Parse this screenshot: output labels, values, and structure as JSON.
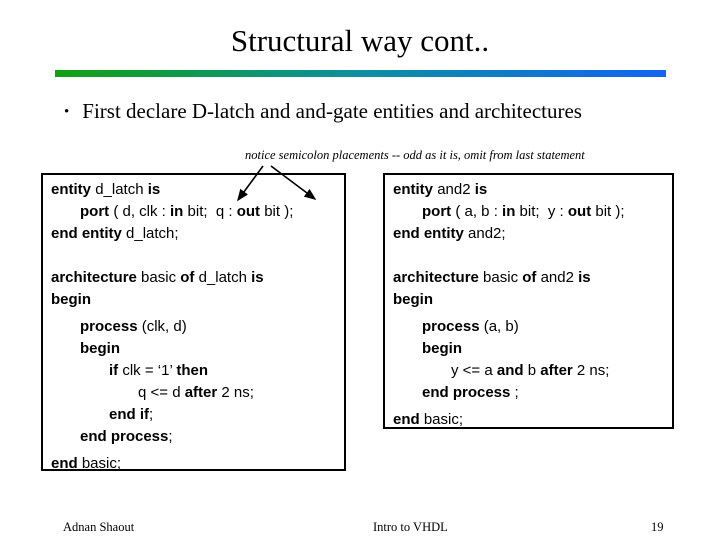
{
  "slide": {
    "title": "Structural way cont..",
    "bullet_marker": "•",
    "bullet": "First declare D-latch and and-gate entities and architectures",
    "annotation": "notice semicolon placements -- odd as it is, omit from last statement",
    "accent_bar": {
      "left_color": "#12a012",
      "mid_color": "#0e8fa0",
      "right_color": "#1264f2"
    },
    "arrow_color": "#000000"
  },
  "code_boxes": [
    {
      "name": "d_latch entity and architecture",
      "lines": [
        {
          "indent": 0,
          "segments": [
            {
              "t": "entity ",
              "b": true
            },
            {
              "t": "d_latch ",
              "b": false
            },
            {
              "t": "is",
              "b": true
            }
          ]
        },
        {
          "indent": 1,
          "segments": [
            {
              "t": "port",
              "b": true
            },
            {
              "t": " ( d, clk : ",
              "b": false
            },
            {
              "t": "in",
              "b": true
            },
            {
              "t": " bit;  q : ",
              "b": false
            },
            {
              "t": "out",
              "b": true
            },
            {
              "t": " bit );",
              "b": false
            }
          ]
        },
        {
          "indent": 0,
          "segments": [
            {
              "t": "end entity ",
              "b": true
            },
            {
              "t": "d_latch;",
              "b": false
            }
          ]
        },
        {
          "blank": true
        },
        {
          "indent": 0,
          "segments": [
            {
              "t": "architecture ",
              "b": true
            },
            {
              "t": "basic ",
              "b": false
            },
            {
              "t": "of ",
              "b": true
            },
            {
              "t": "d_latch ",
              "b": false
            },
            {
              "t": "is",
              "b": true
            }
          ]
        },
        {
          "indent": 0,
          "segments": [
            {
              "t": "begin",
              "b": true
            }
          ]
        },
        {
          "indent": 1,
          "gap_before": true,
          "segments": [
            {
              "t": "process",
              "b": true
            },
            {
              "t": " (clk, d)",
              "b": false
            }
          ]
        },
        {
          "indent": 1,
          "segments": [
            {
              "t": "begin",
              "b": true
            }
          ]
        },
        {
          "indent": 2,
          "segments": [
            {
              "t": "if ",
              "b": true
            },
            {
              "t": "clk = ‘1’ ",
              "b": false
            },
            {
              "t": "then",
              "b": true
            }
          ]
        },
        {
          "indent": 3,
          "segments": [
            {
              "t": "q <= d ",
              "b": false
            },
            {
              "t": "after",
              "b": true
            },
            {
              "t": " 2 ns;",
              "b": false
            }
          ]
        },
        {
          "indent": 2,
          "segments": [
            {
              "t": "end if",
              "b": true
            },
            {
              "t": ";",
              "b": false
            }
          ]
        },
        {
          "indent": 1,
          "segments": [
            {
              "t": "end process",
              "b": true
            },
            {
              "t": ";",
              "b": false
            }
          ]
        },
        {
          "indent": 0,
          "gap_before": true,
          "segments": [
            {
              "t": "end ",
              "b": true
            },
            {
              "t": "basic;",
              "b": false
            }
          ]
        }
      ]
    },
    {
      "name": "and2 entity and architecture",
      "lines": [
        {
          "indent": 0,
          "segments": [
            {
              "t": "entity ",
              "b": true
            },
            {
              "t": "and2 ",
              "b": false
            },
            {
              "t": "is",
              "b": true
            }
          ]
        },
        {
          "indent": 1,
          "segments": [
            {
              "t": "port",
              "b": true
            },
            {
              "t": " ( a, b : ",
              "b": false
            },
            {
              "t": "in",
              "b": true
            },
            {
              "t": " bit;  y : ",
              "b": false
            },
            {
              "t": "out",
              "b": true
            },
            {
              "t": " bit );",
              "b": false
            }
          ]
        },
        {
          "indent": 0,
          "segments": [
            {
              "t": "end entity ",
              "b": true
            },
            {
              "t": "and2;",
              "b": false
            }
          ]
        },
        {
          "blank": true
        },
        {
          "indent": 0,
          "segments": [
            {
              "t": "architecture ",
              "b": true
            },
            {
              "t": "basic ",
              "b": false
            },
            {
              "t": "of ",
              "b": true
            },
            {
              "t": "and2 ",
              "b": false
            },
            {
              "t": "is",
              "b": true
            }
          ]
        },
        {
          "indent": 0,
          "segments": [
            {
              "t": "begin",
              "b": true
            }
          ]
        },
        {
          "indent": 1,
          "gap_before": true,
          "segments": [
            {
              "t": "process",
              "b": true
            },
            {
              "t": " (a, b)",
              "b": false
            }
          ]
        },
        {
          "indent": 1,
          "segments": [
            {
              "t": "begin",
              "b": true
            }
          ]
        },
        {
          "indent": 2,
          "segments": [
            {
              "t": "y <= a ",
              "b": false
            },
            {
              "t": "and",
              "b": true
            },
            {
              "t": " b ",
              "b": false
            },
            {
              "t": "after",
              "b": true
            },
            {
              "t": " 2 ns;",
              "b": false
            }
          ]
        },
        {
          "indent": 1,
          "segments": [
            {
              "t": "end process",
              "b": true
            },
            {
              "t": " ;",
              "b": false
            }
          ]
        },
        {
          "indent": 0,
          "gap_before": true,
          "segments": [
            {
              "t": "end ",
              "b": true
            },
            {
              "t": "basic;",
              "b": false
            }
          ]
        }
      ]
    }
  ],
  "footer": {
    "author": "Adnan Shaout",
    "center": "Intro to VHDL",
    "page": "19"
  }
}
